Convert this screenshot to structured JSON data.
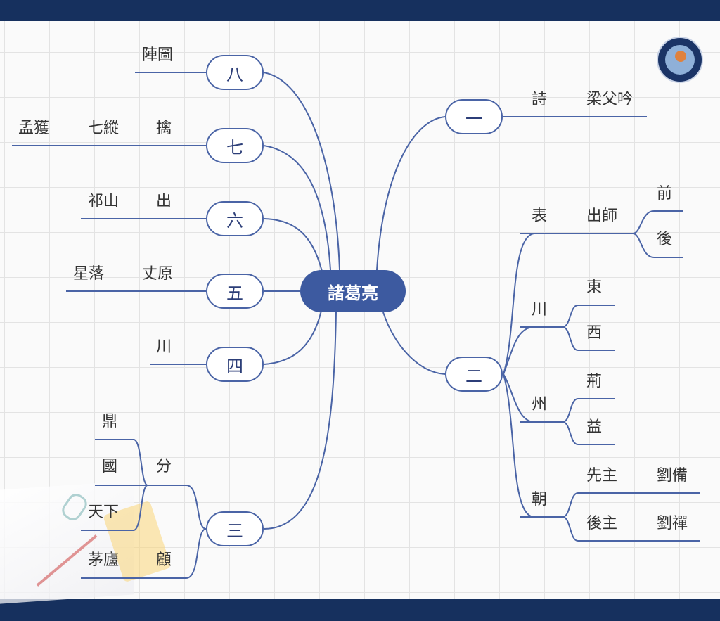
{
  "center": "諸葛亮",
  "nodes": {
    "one": "一",
    "two": "二",
    "three": "三",
    "four": "四",
    "five": "五",
    "six": "六",
    "seven": "七",
    "eight": "八"
  },
  "one": {
    "a": "詩",
    "b": "梁父吟"
  },
  "two": {
    "biao": {
      "label": "表",
      "item": "出師",
      "front": "前",
      "back": "後"
    },
    "chuan": {
      "label": "川",
      "east": "東",
      "west": "西"
    },
    "zhou": {
      "label": "州",
      "jing": "荊",
      "yi": "益"
    },
    "chao": {
      "label": "朝",
      "first": {
        "title": "先主",
        "name": "劉備"
      },
      "second": {
        "title": "後主",
        "name": "劉禪"
      }
    }
  },
  "three": {
    "fen": {
      "label": "分",
      "ding": "鼎",
      "guo": "國",
      "tianxia": "天下"
    },
    "gu": {
      "label": "顧",
      "item": "茅廬"
    }
  },
  "four": {
    "a": "川"
  },
  "five": {
    "a": "星落",
    "b": "丈原"
  },
  "six": {
    "a": "祁山",
    "b": "出"
  },
  "seven": {
    "a": "孟獲",
    "b": "七縱",
    "c": "擒"
  },
  "eight": {
    "a": "陣圖"
  },
  "colors": {
    "line": "#4a64a6",
    "center_fill": "#3d5aa0",
    "bars": "#16305e"
  }
}
